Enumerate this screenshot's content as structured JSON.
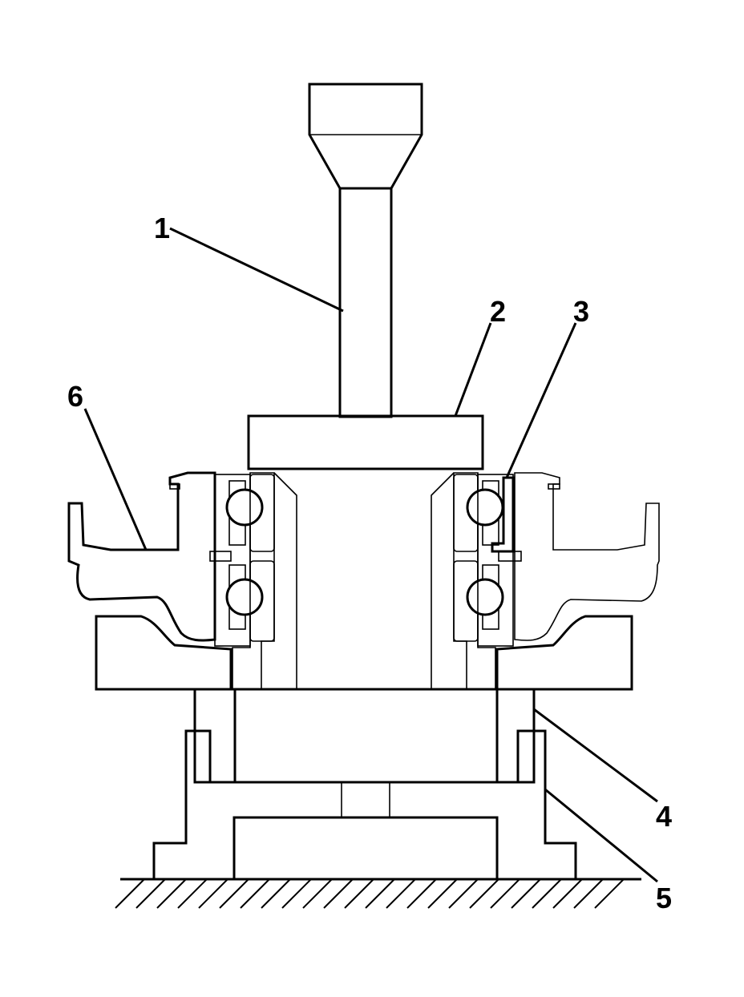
{
  "callouts": {
    "c1": "1",
    "c2": "2",
    "c3": "3",
    "c4": "4",
    "c5": "5",
    "c6": "6"
  },
  "colors": {
    "outline": "#000000",
    "stipple_fill": "#d9d9d9",
    "background": "#ffffff"
  }
}
